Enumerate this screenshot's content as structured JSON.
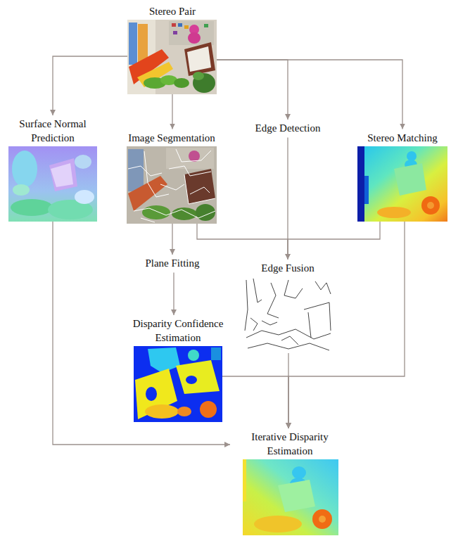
{
  "diagram": {
    "nodes": [
      {
        "text": [
          "Stereo Pair"
        ]
      },
      {
        "text": [
          "Surface Normal Prediction"
        ]
      },
      {
        "text": [
          "Image Segmentation"
        ]
      },
      {
        "text": [
          "Edge Detection"
        ]
      },
      {
        "text": [
          "Stereo Matching"
        ]
      },
      {
        "text": [
          "Plane Fitting"
        ]
      },
      {
        "text": [
          "Edge Fusion"
        ]
      },
      {
        "text": [
          "Disparity Confidence Estimation"
        ]
      },
      {
        "text": [
          "Iterative Disparity Estimation"
        ]
      }
    ],
    "edges": [
      {
        "from": 0,
        "to": 1,
        "arrow": "to"
      },
      {
        "from": 0,
        "to": 2,
        "arrow": "to"
      },
      {
        "from": 0,
        "to": 3,
        "arrow": "to"
      },
      {
        "from": 0,
        "to": 4,
        "arrow": "to"
      },
      {
        "from": 2,
        "to": 5,
        "arrow": "to"
      },
      {
        "from": 2,
        "to": 6,
        "arrow": "to"
      },
      {
        "from": 4,
        "to": 6,
        "arrow": "to"
      },
      {
        "from": 3,
        "to": 6,
        "arrow": "to"
      },
      {
        "from": 5,
        "to": 7,
        "arrow": "to"
      },
      {
        "from": 6,
        "to": 8,
        "arrow": "to"
      },
      {
        "from": 7,
        "to": 8,
        "arrow": "to"
      },
      {
        "from": 4,
        "to": 8,
        "arrow": "to"
      },
      {
        "from": 1,
        "to": 8,
        "arrow": "to"
      }
    ]
  }
}
